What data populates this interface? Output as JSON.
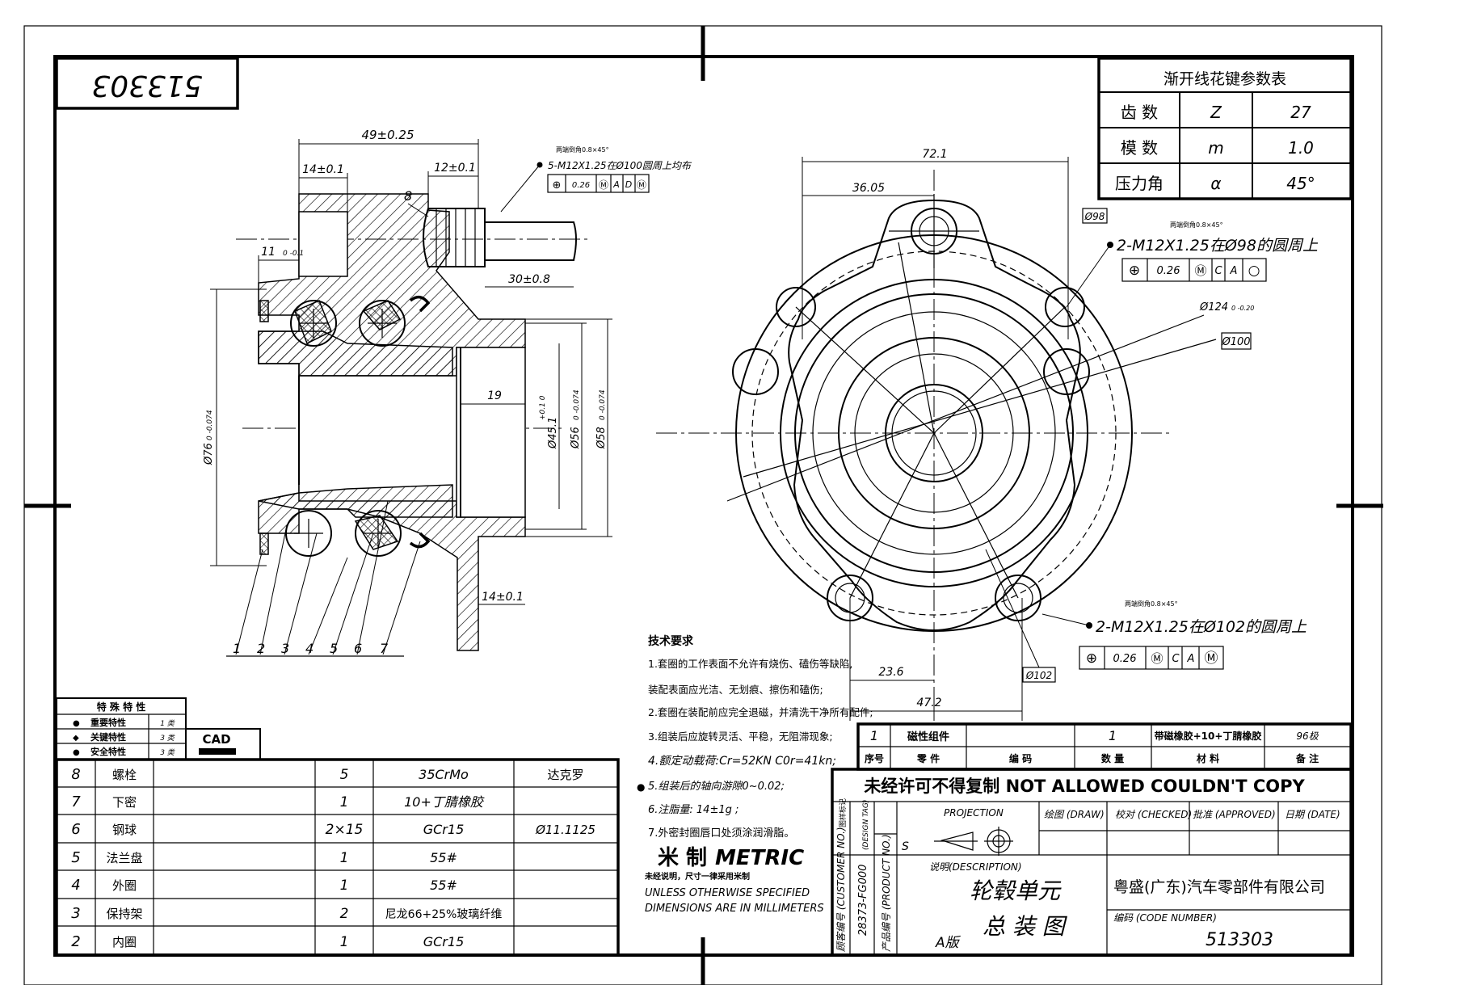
{
  "stamp_number": "513303",
  "side_view": {
    "dims": {
      "overall_width": "49±0.25",
      "flange_left": "14±0.1",
      "flange_right": "12±0.1",
      "offset": "11",
      "offset_tol": "0\n-0.1",
      "bolt_length": "30±0.8",
      "bore_depth": "19",
      "bottom_width": "14±0.1",
      "dia_76": "Ø76",
      "dia_76_tol": "0 -0.074",
      "dia_45": "Ø45.1",
      "dia_45_tol": "+0.1 0",
      "dia_56": "Ø56",
      "dia_56_tol": "0 -0.074",
      "dia_58": "Ø58",
      "dia_58_tol": "0 -0.074"
    },
    "balloon_8": "8",
    "balloons": [
      "1",
      "2",
      "3",
      "4",
      "5",
      "6",
      "7"
    ],
    "thread_note_small": "两端倒角0.8×45°",
    "thread_note": "5-M12X1.25在Ø100圆周上均布",
    "fcf": [
      "⊕",
      "0.26",
      "Ⓜ",
      "A",
      "D",
      "Ⓜ"
    ]
  },
  "front_view": {
    "dims": {
      "d72": "72.1",
      "d36": "36.05",
      "d98": "Ø98",
      "d124": "Ø124",
      "d124_tol": "0 -0.20",
      "d100": "Ø100",
      "d102": "Ø102",
      "d23": "23.6",
      "d47": "47.2"
    },
    "note1_small": "两端倒角0.8×45°",
    "note1": "2-M12X1.25在Ø98的圆周上",
    "fcf1": [
      "⊕",
      "0.26",
      "Ⓜ",
      "C",
      "A",
      "○"
    ],
    "note2_small": "两端倒角0.8×45°",
    "note2": "2-M12X1.25在Ø102的圆周上",
    "fcf2": [
      "⊕",
      "0.26",
      "Ⓜ",
      "C",
      "A",
      "Ⓜ"
    ]
  },
  "spline_table": {
    "title": "渐开线花键参数表",
    "rows": [
      {
        "name": "齿  数",
        "sym": "Z",
        "val": "27"
      },
      {
        "name": "模  数",
        "sym": "m",
        "val": "1.0"
      },
      {
        "name": "压力角",
        "sym": "α",
        "val": "45°"
      }
    ]
  },
  "characteristics": {
    "header": "特 殊 特 性",
    "rows": [
      {
        "name": "重要特性",
        "grade": "1 类"
      },
      {
        "name": "关键特性",
        "grade": "3 类"
      },
      {
        "name": "安全特性",
        "grade": "3 类"
      }
    ],
    "cad": "CAD"
  },
  "tech_req": {
    "title": "技术要求",
    "lines": [
      "1.套圈的工作表面不允许有烧伤、磕伤等缺陷,",
      "  装配表面应光洁、无划痕、擦伤和磕伤;",
      "2.套圈在装配前应完全退磁，并清洗干净所有配件;",
      "3.组装后应旋转灵活、平稳，无阻滞现象;",
      "4.额定动载荷:Cr=52KN  C0r=41kn;",
      "5.组装后的轴向游隙0~0.02;",
      "6.注脂量: 14±1g ;",
      "7.外密封圈唇口处须涂润滑脂。"
    ],
    "metric_cn": "米  制",
    "metric_en": "METRIC",
    "note_cn": "未经说明，尺寸一律采用米制",
    "note_en1": "UNLESS OTHERWISE SPECIFIED",
    "note_en2": "DIMENSIONS ARE IN MILLIMETERS"
  },
  "bom_top": {
    "row": {
      "no": "1",
      "name": "磁性组件",
      "code": "",
      "qty": "1",
      "mat": "带磁橡胶+10+丁腈橡胶",
      "note": "96极"
    },
    "header": {
      "no": "序号",
      "name": "零 件",
      "code": "编  码",
      "qty": "数 量",
      "mat": "材  料",
      "note": "备  注"
    }
  },
  "bom": [
    {
      "no": "8",
      "name": "螺栓",
      "qty": "5",
      "mat": "35CrMo",
      "note": "达克罗"
    },
    {
      "no": "7",
      "name": "下密",
      "qty": "1",
      "mat": "10+丁腈橡胶",
      "note": ""
    },
    {
      "no": "6",
      "name": "钢球",
      "qty": "2×15",
      "mat": "GCr15",
      "note": "Ø11.1125"
    },
    {
      "no": "5",
      "name": "法兰盘",
      "qty": "1",
      "mat": "55#",
      "note": ""
    },
    {
      "no": "4",
      "name": "外圈",
      "qty": "1",
      "mat": "55#",
      "note": ""
    },
    {
      "no": "3",
      "name": "保持架",
      "qty": "2",
      "mat": "尼龙66+25%玻璃纤维",
      "note": ""
    },
    {
      "no": "2",
      "name": "内圈",
      "qty": "1",
      "mat": "GCr15",
      "note": ""
    }
  ],
  "title_block": {
    "warning": "未经许可不得复制 NOT ALLOWED COULDN'T COPY",
    "design_tag": "图样标记\n(DESIGN TAG)",
    "design_tag_val": "S",
    "projection": "PROJECTION",
    "draw": "绘图 (DRAW)",
    "checked": "校对 (CHECKED)",
    "approved": "批准 (APPROVED)",
    "date": "日期 (DATE)",
    "customer_no_label": "顾客编号 (CUSTOMER NO.)",
    "customer_no": "28373-FG000",
    "product_no_label": "产品编号 (PRODUCT NO.)",
    "description_label": "说明(DESCRIPTION)",
    "desc1": "轮毂单元",
    "desc2": "总 装 图",
    "version": "A版",
    "company": "粤盛(广东)汽车零部件有限公司",
    "code_label": "编码 (CODE NUMBER)",
    "code": "513303"
  }
}
